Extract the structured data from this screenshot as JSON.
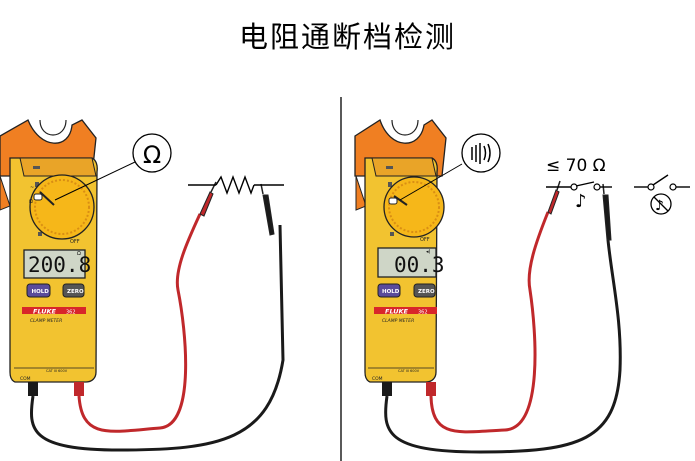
{
  "title": "电阻通断档检测",
  "left_panel": {
    "display_value": "200.8",
    "dial_symbol": "Ω",
    "hold_label": "HOLD",
    "zero_label": "ZERO",
    "brand": "FLUKE",
    "model": "362",
    "subtitle": "CLAMP METER",
    "off_label": "OFF",
    "com_label": "COM"
  },
  "right_panel": {
    "display_value": "00.3",
    "threshold_label": "≤ 70 Ω",
    "hold_label": "HOLD",
    "zero_label": "ZERO",
    "brand": "FLUKE",
    "model": "362",
    "subtitle": "CLAMP METER",
    "off_label": "OFF",
    "com_label": "COM"
  },
  "colors": {
    "meter_body": "#f2c330",
    "jaw": "#f07f22",
    "dial": "#f6b719",
    "lcd": "#cfd6c7",
    "button_purple": "#5a4b9b",
    "lead_red": "#c0282b",
    "lead_black": "#1a1a1a"
  },
  "icons": [
    "ohm-icon",
    "continuity-icon",
    "resistor-icon",
    "closed-switch-icon",
    "open-switch-icon",
    "beep-note-icon",
    "mute-note-icon"
  ]
}
